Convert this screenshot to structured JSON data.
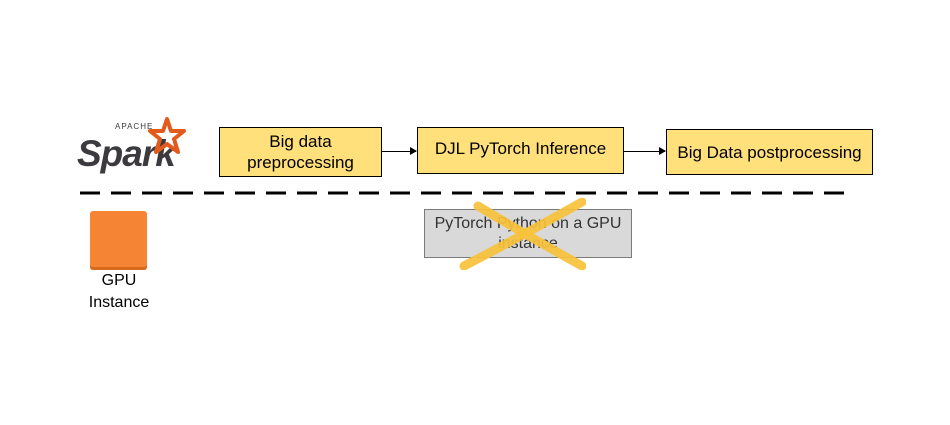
{
  "logo": {
    "apache": "APACHE",
    "name": "Spark"
  },
  "pipeline": {
    "step1": "Big data preprocessing",
    "step2": "DJL PyTorch Inference",
    "step3": "Big Data postprocessing"
  },
  "gpu": {
    "line1": "GPU",
    "line2": "Instance"
  },
  "crossed_box": {
    "line1": "PyTorch Python on a GPU",
    "line2": "instance"
  },
  "colors": {
    "box_fill": "#ffe07a",
    "gpu_orange": "#f58535",
    "crossed_box_fill": "#d9d9d9",
    "cross_stroke": "#f7c23b",
    "spark_star": "#e25a1c"
  }
}
